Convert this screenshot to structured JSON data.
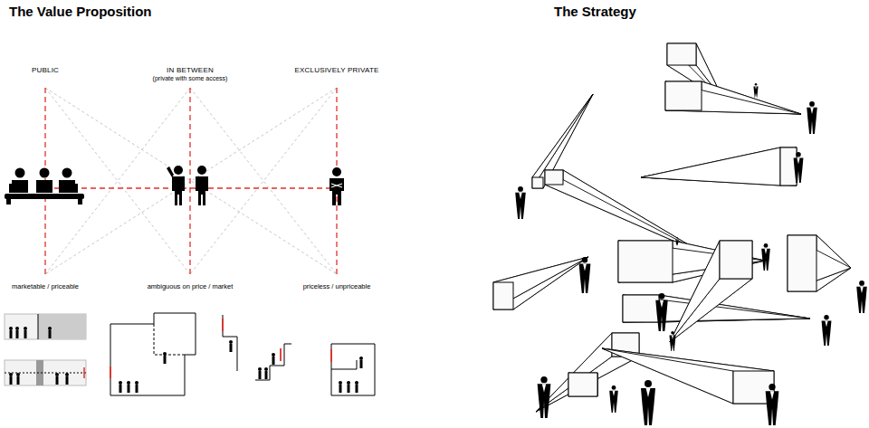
{
  "diagram": {
    "labels": [
      "The Value Proposition",
      "The Strategy",
      "PUBLIC",
      "IN BETWEEN",
      "(private with some access)",
      "EXCLUSIVELY PRIVATE",
      "marketable / priceable",
      "ambiguous on price / market",
      "priceless / unpriceable"
    ]
  }
}
